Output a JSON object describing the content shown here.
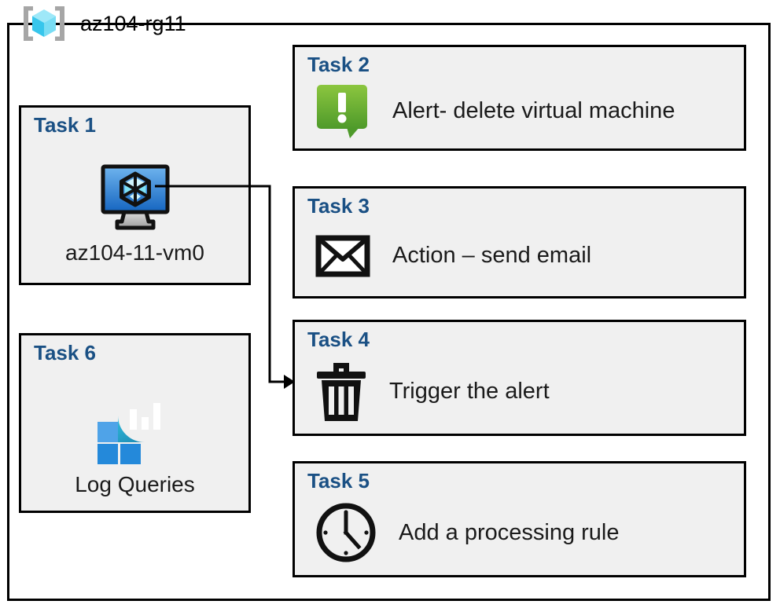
{
  "resource_group": {
    "name": "az104-rg11",
    "icon": "azure-resource-group-icon"
  },
  "colors": {
    "task_label": "#1A5084",
    "box_fill": "#F0F0F0",
    "box_border": "#000000",
    "alert_green_light": "#7FC242",
    "alert_green_dark": "#4E9A2A",
    "vm_blue_light": "#5FA8E8",
    "vm_blue_dark": "#1565C0",
    "log_cyan": "#2FD0EC",
    "log_teal": "#1C87B0",
    "log_square_light": "#4FA3E8",
    "log_square_dark": "#2489DA",
    "connector": "#000000"
  },
  "tasks": [
    {
      "id": "task1",
      "label": "Task 1",
      "text": "az104-11-vm0",
      "icon": "virtual-machine-icon",
      "layout": "vertical"
    },
    {
      "id": "task2",
      "label": "Task 2",
      "text": "Alert- delete virtual machine",
      "icon": "alert-exclamation-icon",
      "layout": "horizontal"
    },
    {
      "id": "task3",
      "label": "Task 3",
      "text": "Action – send email",
      "icon": "envelope-icon",
      "layout": "horizontal"
    },
    {
      "id": "task4",
      "label": "Task 4",
      "text": "Trigger the alert",
      "icon": "trash-can-icon",
      "layout": "horizontal"
    },
    {
      "id": "task5",
      "label": "Task 5",
      "text": "Add a processing rule",
      "icon": "clock-icon",
      "layout": "horizontal"
    },
    {
      "id": "task6",
      "label": "Task 6",
      "text": "Log Queries",
      "icon": "log-analytics-icon",
      "layout": "vertical"
    }
  ],
  "connector": {
    "from": "task1-vm-icon",
    "to": "task4-box",
    "arrow": "arrowhead-right"
  }
}
